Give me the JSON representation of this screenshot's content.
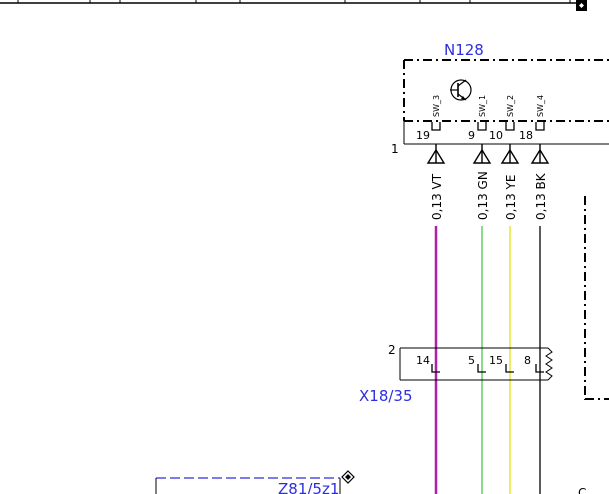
{
  "top_bar": {
    "corner_icon": "settings-diamond-icon"
  },
  "component_n128": {
    "label": "N128",
    "connector_id": "1",
    "symbol": "transistor-icon",
    "pins": [
      {
        "name": "SW_3",
        "number": "19"
      },
      {
        "name": "SW_1",
        "number": "9"
      },
      {
        "name": "SW_2",
        "number": "10"
      },
      {
        "name": "SW_4",
        "number": "18"
      }
    ]
  },
  "wires": [
    {
      "label": "0,13 VT",
      "color": "#b01eb0"
    },
    {
      "label": "0,13 GN",
      "color": "#6fd06f"
    },
    {
      "label": "0,13 YE",
      "color": "#e8e840"
    },
    {
      "label": "0,13 BK",
      "color": "#333333"
    }
  ],
  "connector_x18": {
    "label": "X18/35",
    "connector_id": "2",
    "pins": [
      "14",
      "5",
      "15",
      "8"
    ]
  },
  "component_z81": {
    "label": "Z81/5z1"
  },
  "edge_fragment": {
    "text": "C"
  }
}
